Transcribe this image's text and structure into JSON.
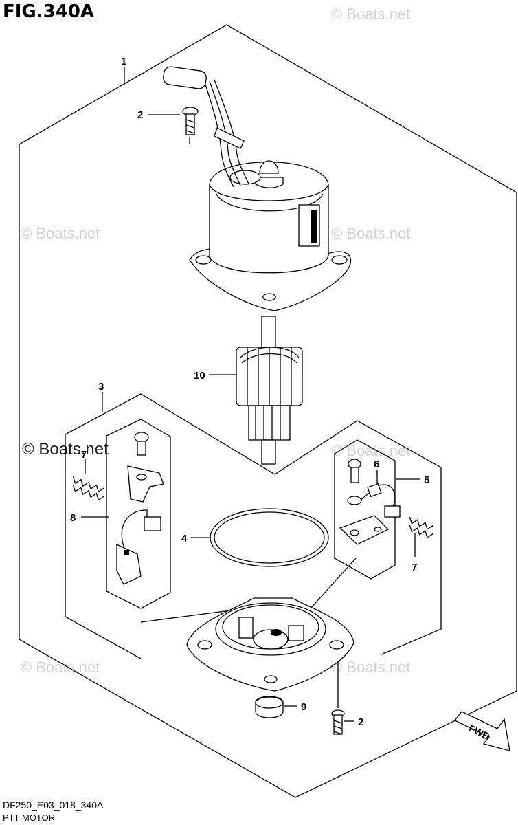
{
  "figure": {
    "title": "FIG.340A",
    "code": "DF250_E03_018_340A",
    "caption": "PTT MOTOR"
  },
  "watermarks": {
    "text": "© Boats.net",
    "emphasized": "© Boats.net"
  },
  "callouts": [
    "1",
    "2",
    "3",
    "4",
    "5",
    "6",
    "7",
    "8",
    "9",
    "10",
    "2",
    "7"
  ],
  "fwd_label": "FWD"
}
